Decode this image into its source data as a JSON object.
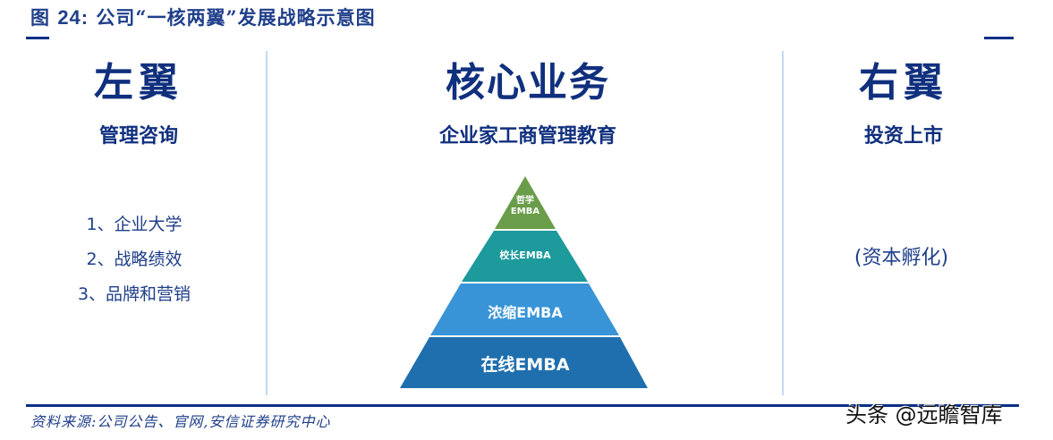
{
  "figure": {
    "prefix": "图",
    "number": "24:",
    "title": "公司“一核两翼”发展战略示意图"
  },
  "left_wing": {
    "heading": "左翼",
    "subheading": "管理咨询",
    "items": [
      "1、企业大学",
      "2、战略绩效",
      "3、品牌和营销"
    ]
  },
  "core": {
    "heading": "核心业务",
    "subheading": "企业家工商管理教育",
    "pyramid": [
      {
        "label_line1": "哲学",
        "label_line2": "EMBA",
        "color": "#6a9d4a"
      },
      {
        "label": "校长EMBA",
        "color": "#1c9a9c"
      },
      {
        "label": "浓缩EMBA",
        "color": "#3894d6"
      },
      {
        "label": "在线EMBA",
        "color": "#1f6fae"
      }
    ]
  },
  "right_wing": {
    "heading": "右翼",
    "subheading": "投资上市",
    "note": "(资本孵化)"
  },
  "footer": {
    "source": "资料来源:公司公告、官网,安信证券研究中心",
    "watermark": "头条 @远瞻智库"
  },
  "colors": {
    "title": "#1f3f8a",
    "heading": "#10307e",
    "rule": "#0b2f86",
    "divider": "#c5d9f1"
  }
}
